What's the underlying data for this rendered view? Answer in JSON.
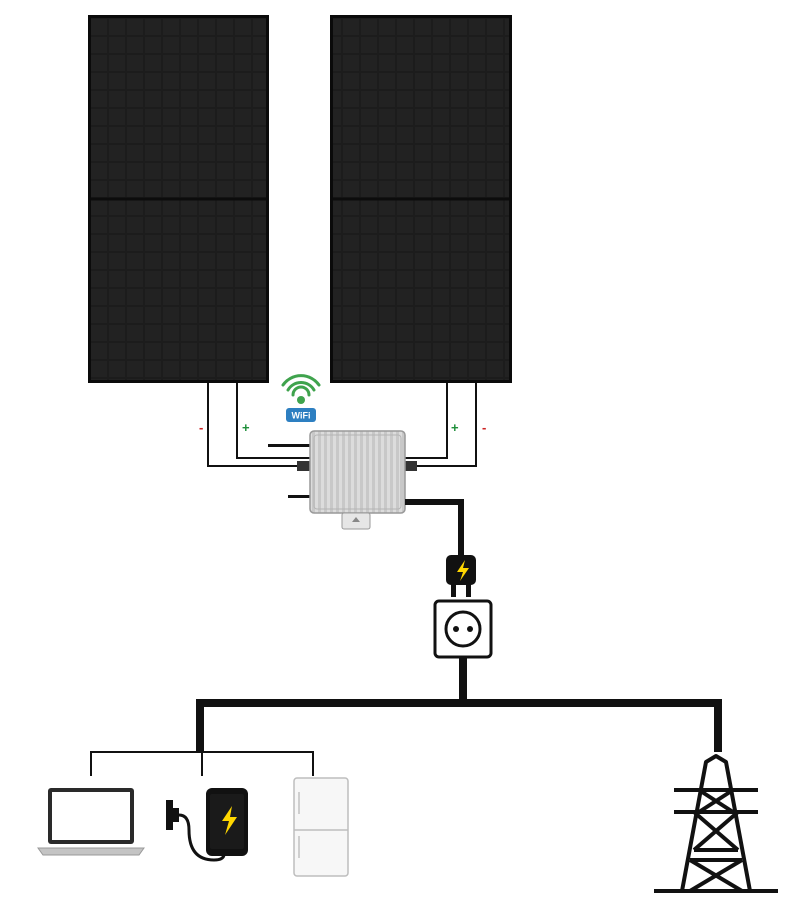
{
  "panels": [
    {
      "name": "left"
    },
    {
      "name": "right"
    }
  ],
  "polarity": {
    "left_negative": "-",
    "left_positive": "+",
    "right_positive": "+",
    "right_negative": "-"
  },
  "wifi": {
    "label": "WiFi"
  },
  "colors": {
    "panel": "#1b1b1b",
    "panel_cell": "#262626",
    "panel_frame": "#0a0a0a",
    "negative": "#cc2222",
    "positive": "#1f8f3a",
    "wifi_green": "#3fa34d",
    "wifi_blue": "#2d7fc1",
    "cable": "#111111",
    "inverter": "#d9d9d9",
    "bolt": "#ffd700"
  },
  "icons": [
    "solar-panel",
    "microinverter",
    "wifi-icon",
    "plug-icon",
    "socket-icon",
    "laptop-icon",
    "smartphone-icon",
    "refrigerator-icon",
    "power-tower-icon"
  ]
}
